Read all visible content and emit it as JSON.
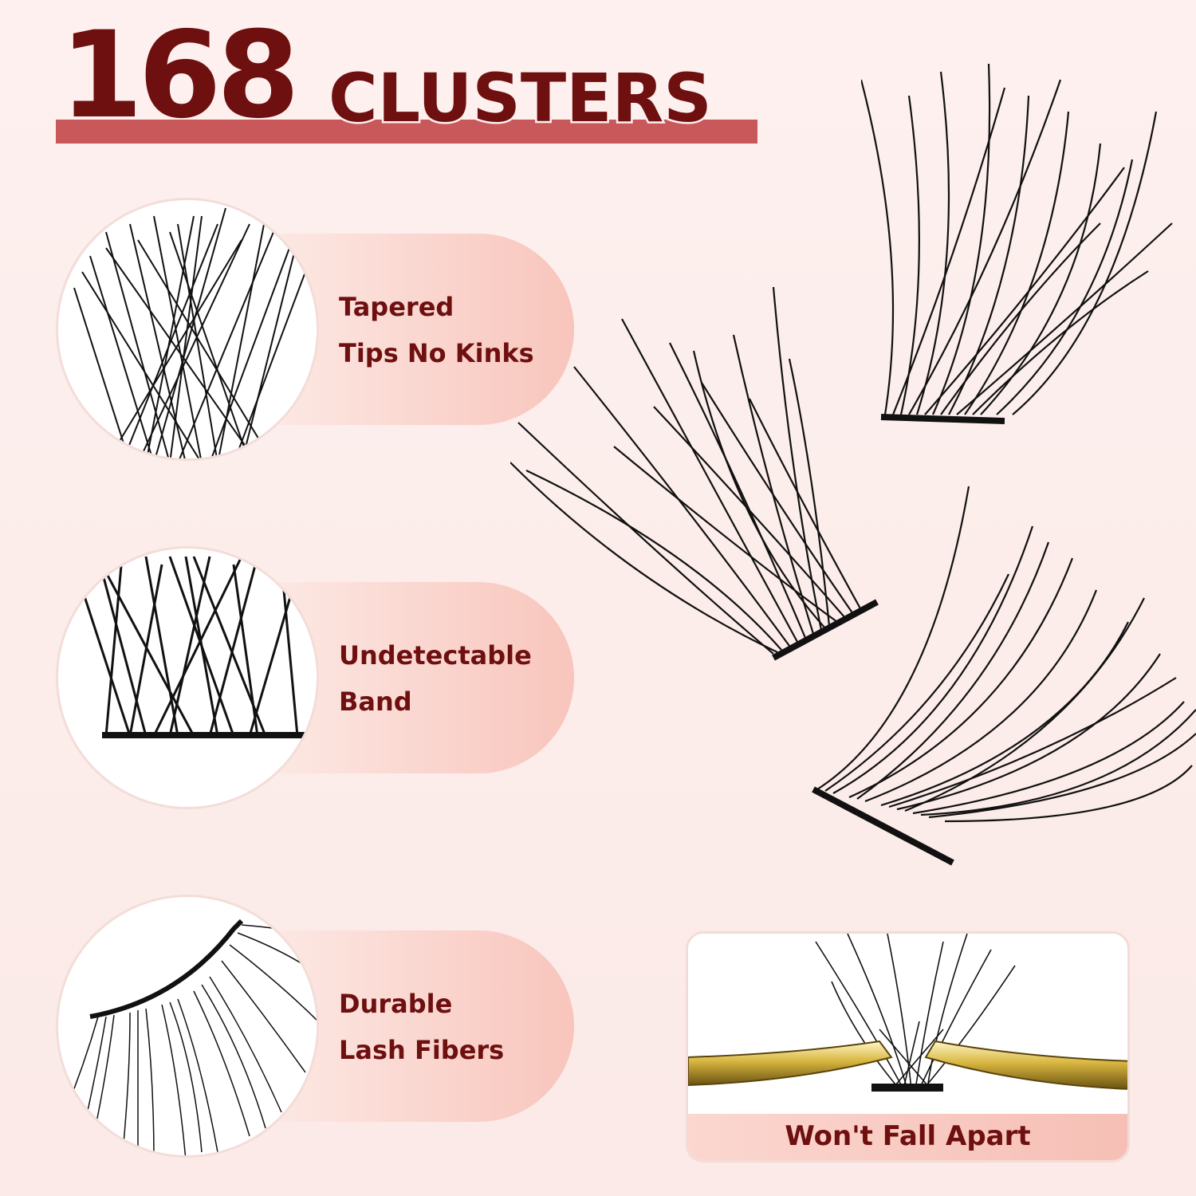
{
  "title": {
    "number": "168",
    "word": "CLUSTERS"
  },
  "features": [
    {
      "line1": "Tapered",
      "line2": "Tips No Kinks",
      "icon": "lash-tips-closeup"
    },
    {
      "line1": "Undetectable",
      "line2": "Band",
      "icon": "lash-band-closeup"
    },
    {
      "line1": "Durable",
      "line2": "Lash Fibers",
      "icon": "lash-strip-closeup"
    }
  ],
  "card": {
    "label": "Won't Fall Apart",
    "icon": "tweezers-holding-lash"
  },
  "colors": {
    "title": "#6e0f10",
    "accent": "#c9585a",
    "pill": "#f8c5bc",
    "background": "#fdf0ee"
  }
}
